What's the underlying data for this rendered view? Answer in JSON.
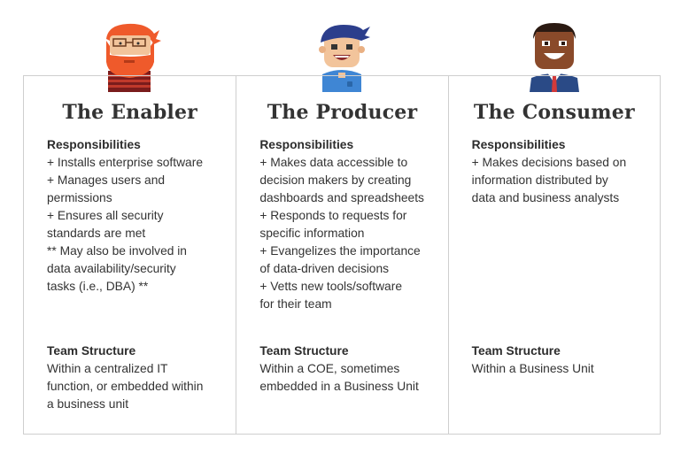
{
  "personas": [
    {
      "avatar_icon": "enabler-avatar-icon",
      "title": "The Enabler",
      "responsibilities_heading": "Responsibilities",
      "responsibilities_lines": [
        "+ Installs enterprise software",
        "+ Manages users and",
        "permissions",
        "+ Ensures all security",
        "standards are met",
        "** May also be involved in",
        "data availability/security",
        "tasks (i.e., DBA) **"
      ],
      "team_heading": "Team Structure",
      "team_lines": [
        "Within a centralized IT",
        "function, or embedded within",
        "a business unit"
      ]
    },
    {
      "avatar_icon": "producer-avatar-icon",
      "title": "The Producer",
      "responsibilities_heading": "Responsibilities",
      "responsibilities_lines": [
        "+ Makes data accessible to",
        "decision makers by creating",
        "dashboards and spreadsheets",
        "+ Responds to requests for",
        "specific information",
        "+ Evangelizes the importance",
        "of data-driven decisions",
        "+ Vetts new tools/software",
        "for their team"
      ],
      "team_heading": "Team Structure",
      "team_lines": [
        "Within a COE, sometimes",
        "embedded in a Business Unit"
      ]
    },
    {
      "avatar_icon": "consumer-avatar-icon",
      "title": "The Consumer",
      "responsibilities_heading": "Responsibilities",
      "responsibilities_lines": [
        "+ Makes decisions based on",
        "information distributed by",
        "data and business analysts"
      ],
      "team_heading": "Team Structure",
      "team_lines": [
        "Within a Business Unit"
      ]
    }
  ]
}
